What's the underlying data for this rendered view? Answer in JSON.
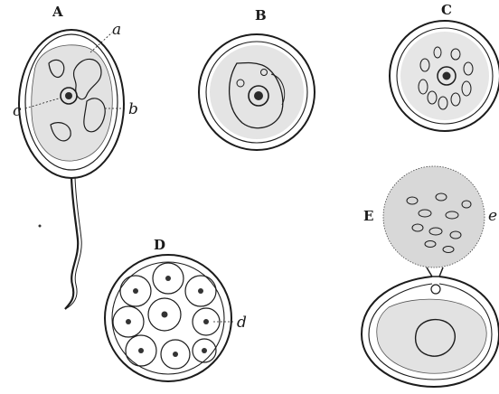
{
  "figure": {
    "panels": [
      {
        "id": "A",
        "label": "A",
        "parts": [
          "a",
          "b",
          "c"
        ]
      },
      {
        "id": "B",
        "label": "B"
      },
      {
        "id": "C",
        "label": "C"
      },
      {
        "id": "D",
        "label": "D",
        "parts": [
          "d"
        ]
      },
      {
        "id": "E",
        "label": "E",
        "parts": [
          "e"
        ]
      }
    ],
    "part_labels": {
      "a": "a",
      "b": "b",
      "c": "c",
      "d": "d",
      "e": "e"
    }
  },
  "colors": {
    "ink": "#1c1c1c",
    "paper": "#ffffff",
    "stipple": "#9a9a9a"
  }
}
